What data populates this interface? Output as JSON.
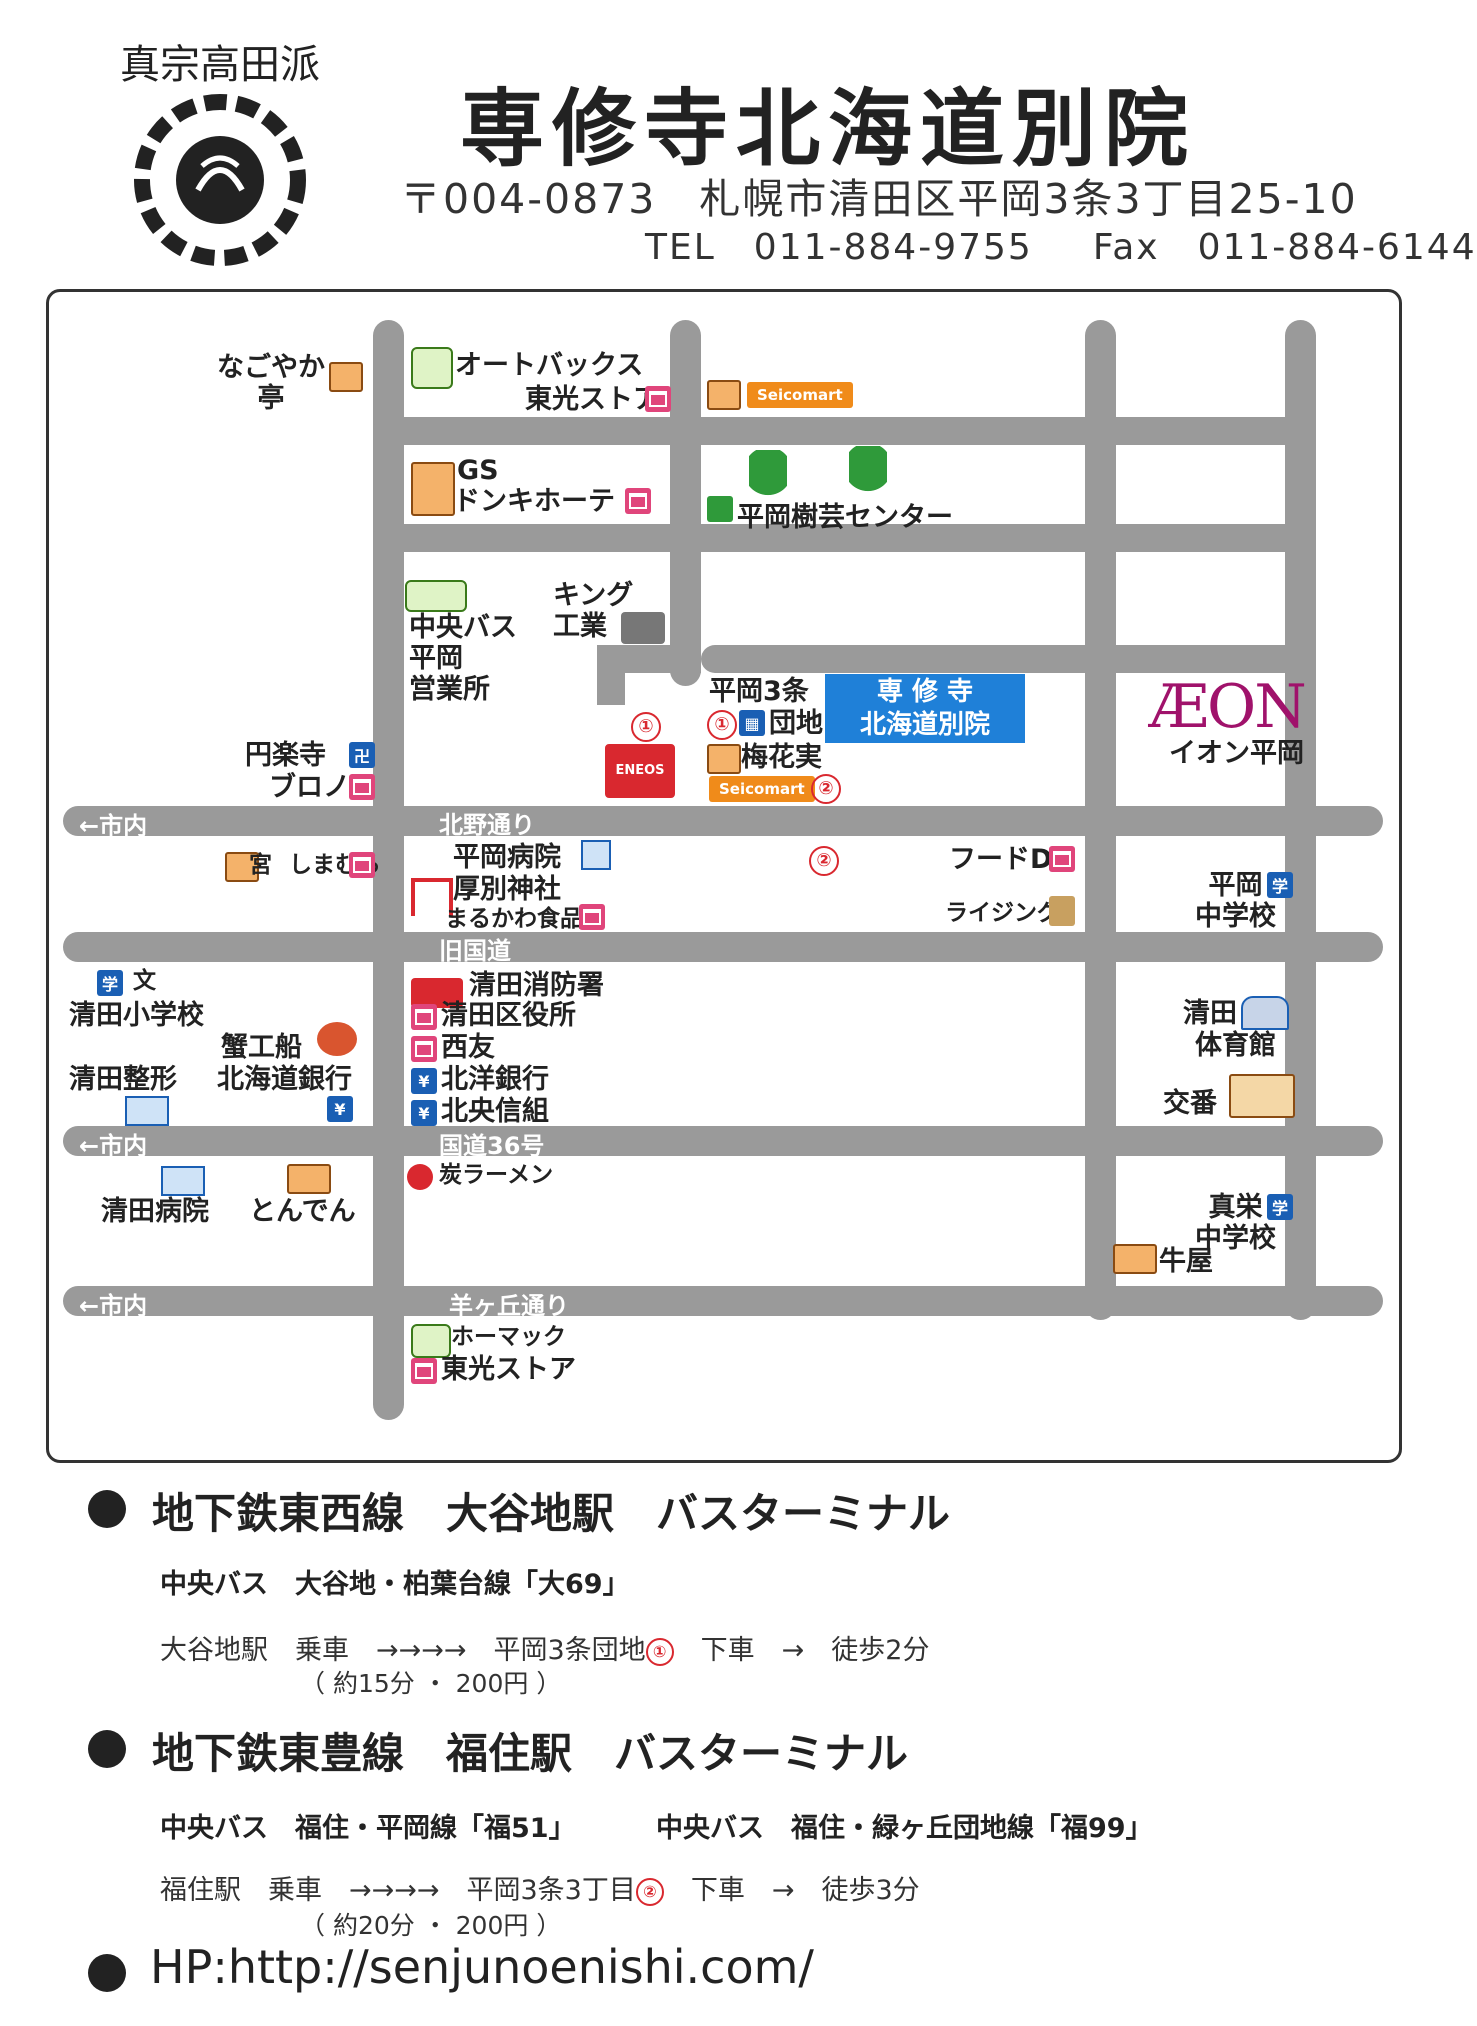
{
  "header": {
    "crest_text": "真宗高田派",
    "title": "専修寺北海道別院",
    "address": "〒004-0873　札幌市清田区平岡3条3丁目25-10",
    "tel": "TEL　011-884-9755",
    "fax": "Fax　011-884-6144"
  },
  "map": {
    "roads": {
      "kitano": "北野通り",
      "kyu_kokudo": "旧国道",
      "kokudo36": "国道36号",
      "hitsujigaoka": "羊ヶ丘通り",
      "to_city_1": "←市内",
      "to_city_2": "←市内",
      "to_city_3": "←市内"
    },
    "places": {
      "nagoyaka_1": "なごやか",
      "nagoyaka_2": "亭",
      "autobacs": "オートバックス",
      "toko_store_top": "東光ストア",
      "seicomart_top": "Seicomart",
      "gs": "GS",
      "donki": "ドンキホーテ",
      "hiraoka_garden": "平岡樹芸センター",
      "chuo_bus_1": "中央バス",
      "chuo_bus_2": "平岡",
      "chuo_bus_3": "営業所",
      "king_1": "キング",
      "king_2": "工業",
      "enrakuji": "円楽寺",
      "brono": "ブロノ",
      "eneos": "ENEOS",
      "hiraoka3jo": "平岡3条",
      "danchi": "団地",
      "baikajitsu": "梅花実",
      "seicomart_mid": "Seicomart",
      "temple_1": "専 修 寺",
      "temple_2": "北海道別院",
      "aeon_logo": "ÆON",
      "aeon_name": "イオン平岡",
      "miya": "宮",
      "shimamura": "しまむら",
      "hiraoka_hosp": "平岡病院",
      "atsubetsu_shrine": "厚別神社",
      "marukawa": "まるかわ食品",
      "food_d": "フードD",
      "rising": "ライジング",
      "hiraoka_jhs_1": "平岡",
      "hiraoka_jhs_2": "中学校",
      "kiyota_es": "清田小学校",
      "kani_1": "蟹工船",
      "hokkaido_bank": "北海道銀行",
      "kiyota_seikei": "清田整形",
      "fire": "清田消防署",
      "ward_office": "清田区役所",
      "seiyu": "西友",
      "hokuyo": "北洋銀行",
      "hokuo": "北央信組",
      "kiyota_gym_1": "清田",
      "kiyota_gym_2": "体育館",
      "koban": "交番",
      "sumi_ramen": "炭ラーメン",
      "kiyota_hosp": "清田病院",
      "tonden": "とんでん",
      "makoto_jhs_1": "真栄",
      "makoto_jhs_2": "中学校",
      "gyuya": "牛屋",
      "homac": "ホーマック",
      "toko_store_bottom": "東光ストア"
    },
    "stops": {
      "stop1": "①",
      "stop2": "②"
    },
    "colors": {
      "road": "#9a9a9a",
      "temple": "#1f80d8",
      "stop": "#d9282f",
      "seicomart": "#f08b1a",
      "aeon": "#a0126b"
    }
  },
  "directions": [
    {
      "heading": "地下鉄東西線　大谷地駅　バスターミナル",
      "line": "中央バス　大谷地・柏葉台線「大69」",
      "route": "大谷地駅　乗車　→→→→　平岡3条団地",
      "stop": "①",
      "tail": "下車　→　徒歩2分",
      "note": "（ 約15分 ・ 200円 ）"
    },
    {
      "heading": "地下鉄東豊線　福住駅　バスターミナル",
      "line": "中央バス　福住・平岡線「福51」",
      "line2": "中央バス　福住・緑ヶ丘団地線「福99」",
      "route": "福住駅　乗車　→→→→　平岡3条3丁目",
      "stop": "②",
      "tail": "下車　→　徒歩3分",
      "note": "（ 約20分 ・ 200円 ）"
    }
  ],
  "homepage": "HP:http://senjunoenishi.com/"
}
